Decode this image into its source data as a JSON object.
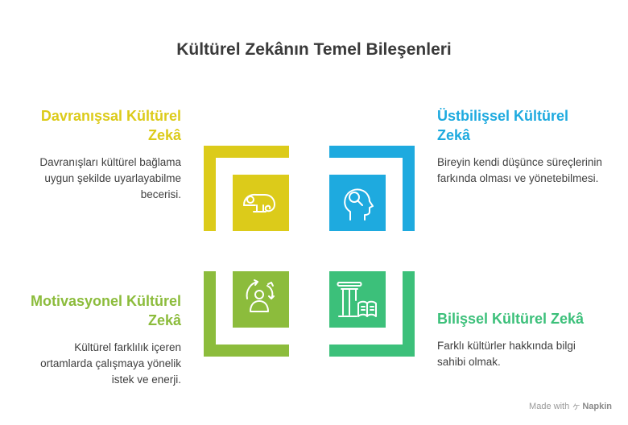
{
  "title": "Kültürel Zekânın Temel Bileşenleri",
  "quadrants": {
    "behavioral": {
      "heading": "Davranışsal Kültürel Zekâ",
      "desc": "Davranışları kültürel bağlama uygun şekilde uyarlayabilme becerisi.",
      "color": "#dccb1a",
      "icon": "chameleon-icon"
    },
    "metacognitive": {
      "heading": "Üstbilişsel Kültürel Zekâ",
      "desc": "Bireyin kendi düşünce süreçlerinin farkında olması ve yönetebilmesi.",
      "color": "#1eaadf",
      "icon": "head-magnifier-icon"
    },
    "motivational": {
      "heading": "Motivasyonel Kültürel Zekâ",
      "desc": "Kültürel farklılık içeren ortamlarda çalışmaya yönelik istek ve enerji.",
      "color": "#8cbc3c",
      "icon": "motivation-cycle-icon"
    },
    "cognitive": {
      "heading": "Bilişsel Kültürel Zekâ",
      "desc": "Farklı kültürler hakkında bilgi sahibi olmak.",
      "color": "#3cc07a",
      "icon": "column-book-icon"
    }
  },
  "footer": {
    "made_with": "Made with",
    "brand": "Napkin"
  }
}
